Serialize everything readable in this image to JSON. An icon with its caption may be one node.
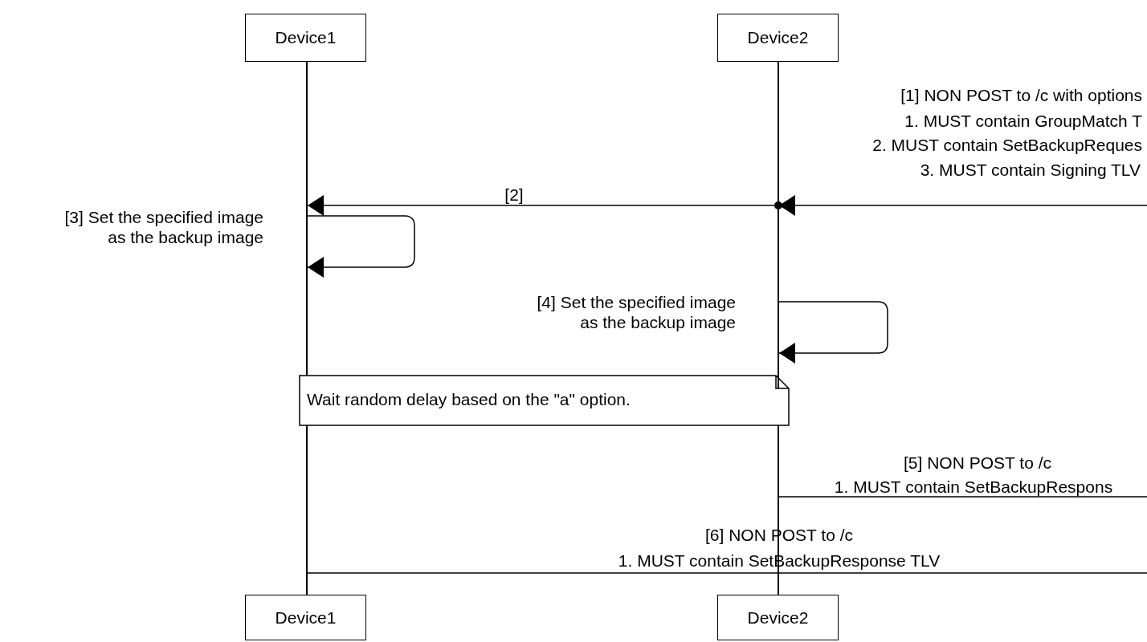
{
  "diagram": {
    "nodes": [
      {
        "text": [
          "Device1"
        ]
      },
      {
        "text": [
          "Device2"
        ]
      },
      {
        "text": [],
        "shape": "bar"
      },
      {
        "text": [],
        "shape": "bar"
      },
      {
        "text": [
          "Wait random delay based on the \"a\" option."
        ]
      },
      {
        "text": [
          "Device1"
        ]
      },
      {
        "text": [
          "Device2"
        ]
      }
    ],
    "edges": [
      {
        "from": null,
        "to": 3,
        "arrow": "to"
      },
      {
        "from": 3,
        "to": 2,
        "arrow": "to",
        "label": "[2]"
      },
      {
        "from": 2,
        "to": 2,
        "arrow": "to",
        "label": "[3] Set the specified image as the backup image"
      },
      {
        "from": 3,
        "to": 3,
        "arrow": "to",
        "label": "[4] Set the specified image as the backup image"
      },
      {
        "from": 3,
        "to": null,
        "arrow": "none"
      },
      {
        "from": 2,
        "to": null,
        "arrow": "none"
      }
    ],
    "labels": [
      "[1] NON POST to /c with options",
      "1. MUST contain GroupMatch T",
      "2. MUST contain SetBackupReques",
      "3. MUST contain Signing TLV",
      "[5] NON POST to /c",
      "1. MUST contain SetBackupRespons",
      "[6] NON POST to /c",
      "1. MUST contain SetBackupResponse TLV"
    ]
  }
}
